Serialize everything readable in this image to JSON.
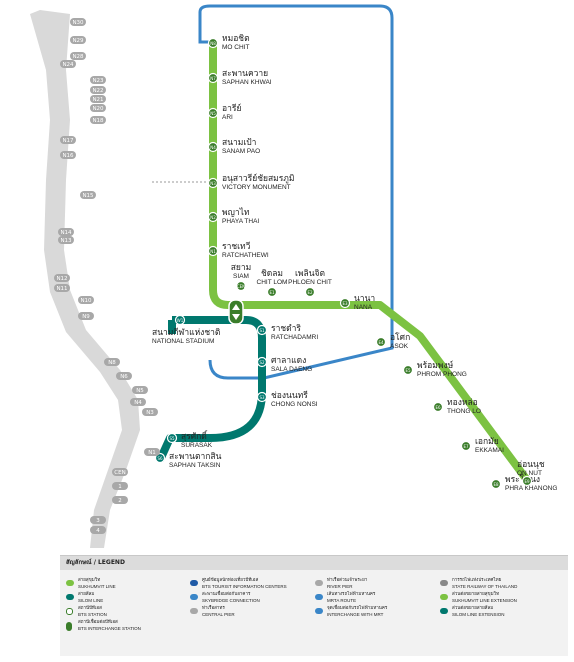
{
  "colors": {
    "sukhumvit": "#7cc242",
    "silom": "#00786e",
    "mrt": "#3a86c8",
    "river": "#a8a8a8",
    "station_badge": "#3a7d2a",
    "silom_badge": "#00786e"
  },
  "sukhumvit_stations": [
    {
      "code": "N8",
      "th": "หมอชิต",
      "en": "MO CHIT"
    },
    {
      "code": "N7",
      "th": "สะพานควาย",
      "en": "SAPHAN KHWAI"
    },
    {
      "code": "N5",
      "th": "อารีย์",
      "en": "ARI"
    },
    {
      "code": "N4",
      "th": "สนามเป้า",
      "en": "SANAM PAO"
    },
    {
      "code": "N3",
      "th": "อนุสาวรีย์ชัยสมรภูมิ",
      "en": "VICTORY MONUMENT"
    },
    {
      "code": "N2",
      "th": "พญาไท",
      "en": "PHAYA THAI"
    },
    {
      "code": "N1",
      "th": "ราชเทวี",
      "en": "RATCHATHEWI"
    },
    {
      "code": "CEN",
      "th": "สยาม",
      "en": "SIAM"
    },
    {
      "code": "E1",
      "th": "ชิดลม",
      "en": "CHIT LOM"
    },
    {
      "code": "E2",
      "th": "เพลินจิต",
      "en": "PHLOEN CHIT"
    },
    {
      "code": "E3",
      "th": "นานา",
      "en": "NANA"
    },
    {
      "code": "E4",
      "th": "อโศก",
      "en": "ASOK"
    },
    {
      "code": "E5",
      "th": "พร้อมพงษ์",
      "en": "PHROM PHONG"
    },
    {
      "code": "E6",
      "th": "ทองหล่อ",
      "en": "THONG LO"
    },
    {
      "code": "E7",
      "th": "เอกมัย",
      "en": "EKKAMAI"
    },
    {
      "code": "E8",
      "th": "พระโขนง",
      "en": "PHRA KHANONG"
    },
    {
      "code": "E9",
      "th": "อ่อนนุช",
      "en": "ON NUT"
    }
  ],
  "silom_stations": [
    {
      "code": "W1",
      "th": "สนามกีฬาแห่งชาติ",
      "en": "NATIONAL STADIUM"
    },
    {
      "code": "S1",
      "th": "ราชดำริ",
      "en": "RATCHADAMRI"
    },
    {
      "code": "S2",
      "th": "ศาลาแดง",
      "en": "SALA DAENG"
    },
    {
      "code": "S3",
      "th": "ช่องนนทรี",
      "en": "CHONG NONSI"
    },
    {
      "code": "S5",
      "th": "สุรศักดิ์",
      "en": "SURASAK"
    },
    {
      "code": "S6",
      "th": "สะพานตากสิน",
      "en": "SAPHAN TAKSIN"
    }
  ],
  "piers": [
    "N30",
    "N29",
    "N28",
    "N24",
    "N23",
    "N22",
    "N21",
    "N20",
    "N18",
    "N17",
    "N16",
    "N15",
    "N14",
    "N13",
    "N12",
    "N11",
    "N10",
    "N9",
    "N8",
    "N6",
    "N5",
    "N4",
    "N3",
    "N1",
    "CEN",
    "1",
    "2",
    "3",
    "4"
  ],
  "legend": {
    "title": "สัญลักษณ์ / LEGEND",
    "items": [
      {
        "th": "สายสุขุมวิท",
        "en": "SUKHUMVIT LINE"
      },
      {
        "th": "สายสีลม",
        "en": "SILOM LINE"
      },
      {
        "th": "สถานีบีทีเอส",
        "en": "BTS STATION"
      },
      {
        "th": "สถานีเชื่อมต่อบีทีเอส",
        "en": "BTS INTERCHANGE STATION"
      },
      {
        "th": "ศูนย์ข้อมูลนักท่องเที่ยวบีทีเอส",
        "en": "BTS TOURIST INFORMATION CENTERS"
      },
      {
        "th": "สะพานเชื่อมต่อกับอาคาร",
        "en": "SKYBRIDGE CONNECTION"
      },
      {
        "th": "ท่าเรือสาทร",
        "en": "CENTRAL PIER"
      },
      {
        "th": "ท่าเรือด่วนเจ้าพระยา",
        "en": "RIVER PIER"
      },
      {
        "th": "เส้นทางรถไฟฟ้ามหานคร",
        "en": "MRTA ROUTE"
      },
      {
        "th": "จุดเชื่อมต่อกับรถไฟฟ้ามหานคร",
        "en": "INTERCHANGE WITH MRT"
      },
      {
        "th": "การรถไฟแห่งประเทศไทย",
        "en": "STATE RAILWAY OF THAILAND"
      },
      {
        "th": "ส่วนต่อขยายสายสุขุมวิท",
        "en": "SUKHUMVIT LINE EXTENSION"
      },
      {
        "th": "ส่วนต่อขยายสายสีลม",
        "en": "SILOM LINE EXTENSION"
      }
    ]
  }
}
